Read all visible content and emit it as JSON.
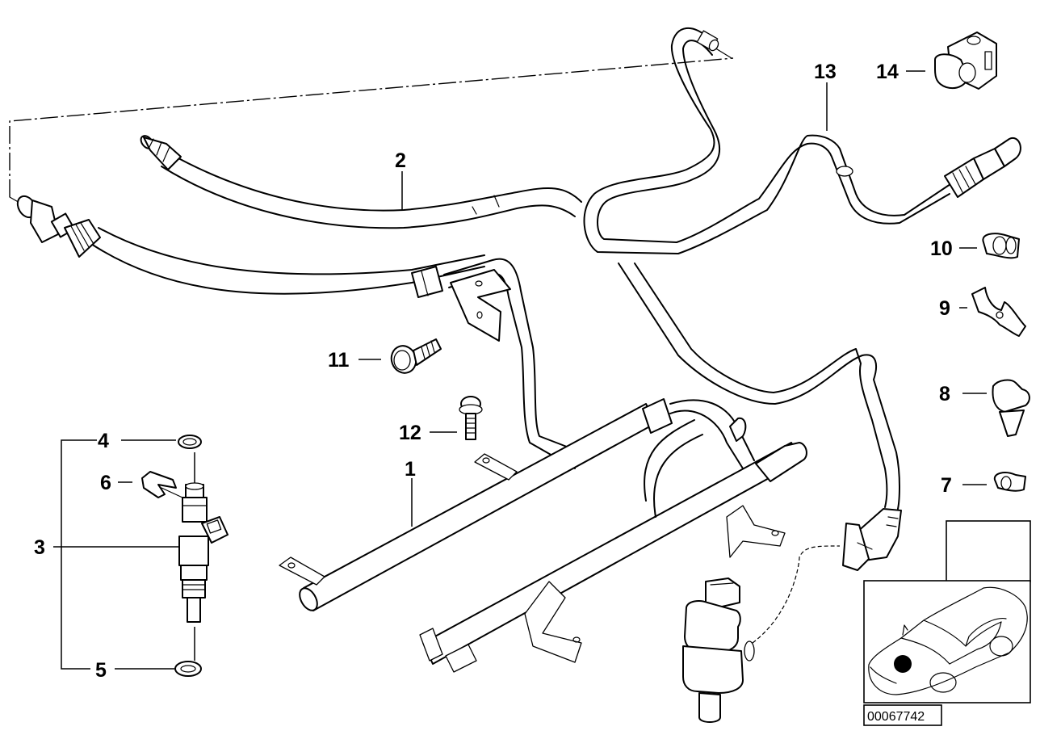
{
  "diagram": {
    "title": "Fuel injection rail / injector / fuel lines parts diagram",
    "reference_code": "00067742",
    "callouts": [
      {
        "id": "1",
        "label": "1",
        "part": "fuel-rail"
      },
      {
        "id": "2",
        "label": "2",
        "part": "fuel-feed-line"
      },
      {
        "id": "3",
        "label": "3",
        "part": "fuel-injector-set"
      },
      {
        "id": "4",
        "label": "4",
        "part": "upper-o-ring"
      },
      {
        "id": "5",
        "label": "5",
        "part": "lower-o-ring"
      },
      {
        "id": "6",
        "label": "6",
        "part": "injector-retaining-clip"
      },
      {
        "id": "7",
        "label": "7",
        "part": "double-hose-clip-small"
      },
      {
        "id": "8",
        "label": "8",
        "part": "push-in-hose-clip"
      },
      {
        "id": "9",
        "label": "9",
        "part": "twin-line-holder"
      },
      {
        "id": "10",
        "label": "10",
        "part": "double-hose-clip"
      },
      {
        "id": "11",
        "label": "11",
        "part": "hex-flange-bolt"
      },
      {
        "id": "12",
        "label": "12",
        "part": "hex-bolt-with-washer"
      },
      {
        "id": "13",
        "label": "13",
        "part": "fuel-return-line"
      },
      {
        "id": "14",
        "label": "14",
        "part": "line-clamp-block"
      }
    ],
    "inset": {
      "subject": "car-location-overview",
      "marker": "engine-bay-location-dot"
    }
  }
}
